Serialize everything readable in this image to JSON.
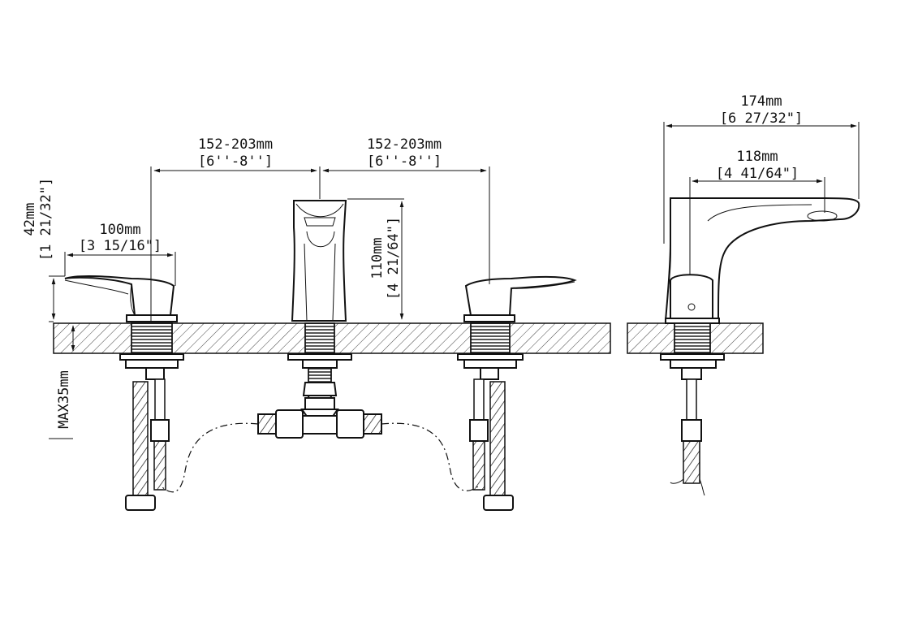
{
  "dimensions": {
    "spread_left": {
      "metric": "152-203mm",
      "imperial": "[6''-8'']"
    },
    "spread_right": {
      "metric": "152-203mm",
      "imperial": "[6''-8'']"
    },
    "handle_reach": {
      "metric": "100mm",
      "imperial": "[3 15/16\"]"
    },
    "handle_height": {
      "metric": "42mm",
      "imperial": "[1 21/32\"]"
    },
    "spout_height": {
      "metric": "110mm",
      "imperial": "[4 21/64\"]"
    },
    "spout_length": {
      "metric": "174mm",
      "imperial": "[6 27/32\"]"
    },
    "spout_reach": {
      "metric": "118mm",
      "imperial": "[4 41/64\"]"
    },
    "deck_thickness": {
      "label": "MAX35mm"
    }
  }
}
